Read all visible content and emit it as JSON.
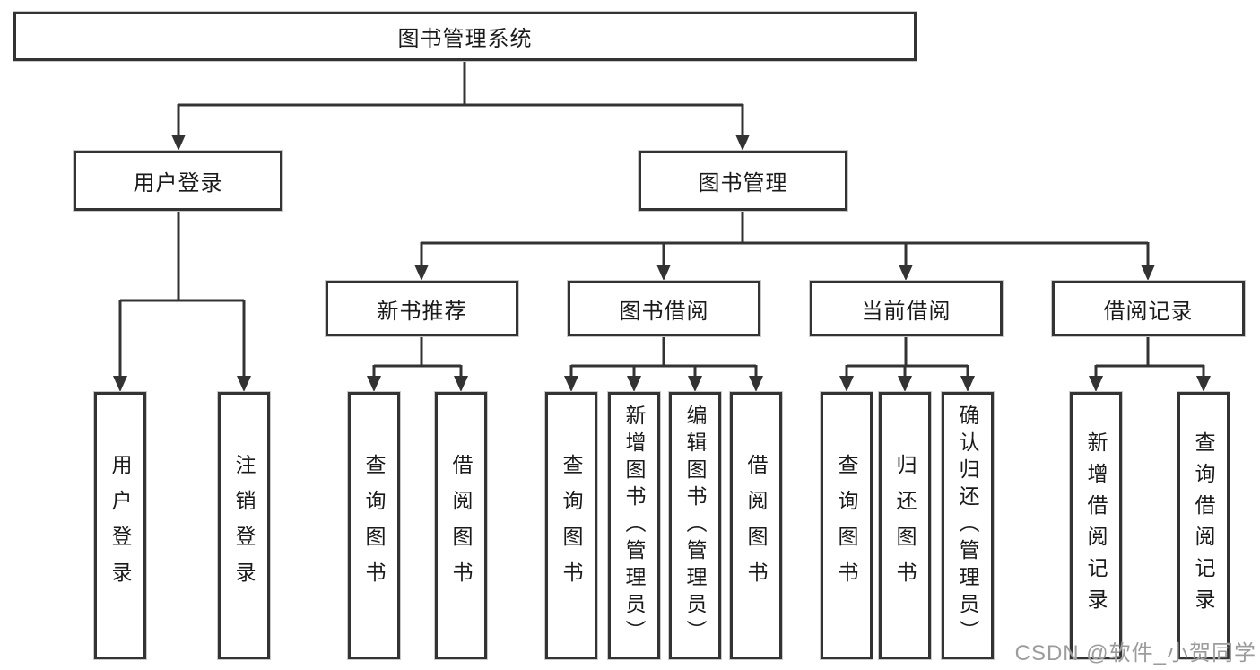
{
  "colors": {
    "line": "#333333",
    "border": "#333333",
    "text": "#1a1a1a",
    "watermark_gray": "#9c9c9c",
    "background": "#ffffff"
  },
  "tree": {
    "root": {
      "label": "图书管理系统"
    },
    "children": [
      {
        "label": "用户登录",
        "children": [
          {
            "label": "用户登录"
          },
          {
            "label": "注销登录"
          }
        ]
      },
      {
        "label": "图书管理",
        "children": [
          {
            "label": "新书推荐",
            "children": [
              {
                "label": "查询图书"
              },
              {
                "label": "借阅图书"
              }
            ]
          },
          {
            "label": "图书借阅",
            "children": [
              {
                "label": "查询图书"
              },
              {
                "label": "新增图书（管理员）"
              },
              {
                "label": "编辑图书（管理员）"
              },
              {
                "label": "借阅图书"
              }
            ]
          },
          {
            "label": "当前借阅",
            "children": [
              {
                "label": "查询图书"
              },
              {
                "label": "归还图书"
              },
              {
                "label": "确认归还（管理员）"
              }
            ]
          },
          {
            "label": "借阅记录",
            "children": [
              {
                "label": "新增借阅记录"
              },
              {
                "label": "查询借阅记录"
              }
            ]
          }
        ]
      }
    ]
  },
  "watermark": {
    "text": "CSDN @软件_小贺同学"
  }
}
